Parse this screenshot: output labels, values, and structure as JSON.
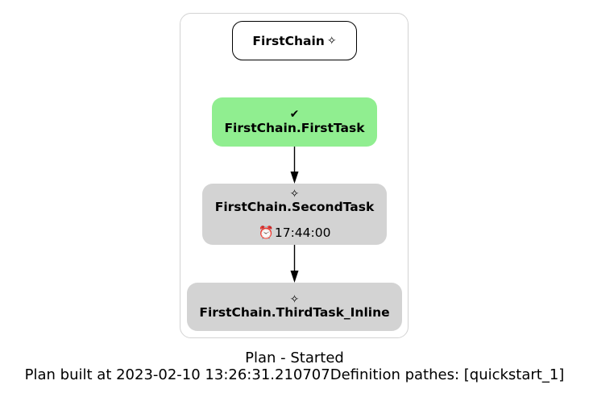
{
  "chain": {
    "label": "FirstChain",
    "status_icon": "sparkle-icon",
    "status_glyph": "✧"
  },
  "tasks": [
    {
      "label": "FirstChain.FirstTask",
      "status_icon": "checkmark-icon",
      "status_glyph": "✔",
      "fill": "#90ee90"
    },
    {
      "label": "FirstChain.SecondTask",
      "status_icon": "sparkle-icon",
      "status_glyph": "✧",
      "fill": "#d3d3d3",
      "time_icon": "alarm-clock-icon",
      "time_glyph": "⏰",
      "time": "17:44:00"
    },
    {
      "label": "FirstChain.ThirdTask_Inline",
      "status_icon": "sparkle-icon",
      "status_glyph": "✧",
      "fill": "#d3d3d3"
    }
  ],
  "edges": [
    {
      "from": "FirstChain.FirstTask",
      "to": "FirstChain.SecondTask"
    },
    {
      "from": "FirstChain.SecondTask",
      "to": "FirstChain.ThirdTask_Inline"
    }
  ],
  "caption": {
    "title": "Plan - Started",
    "subtitle": "Plan built at 2023-02-10 13:26:31.210707Definition pathes: [quickstart_1]"
  }
}
